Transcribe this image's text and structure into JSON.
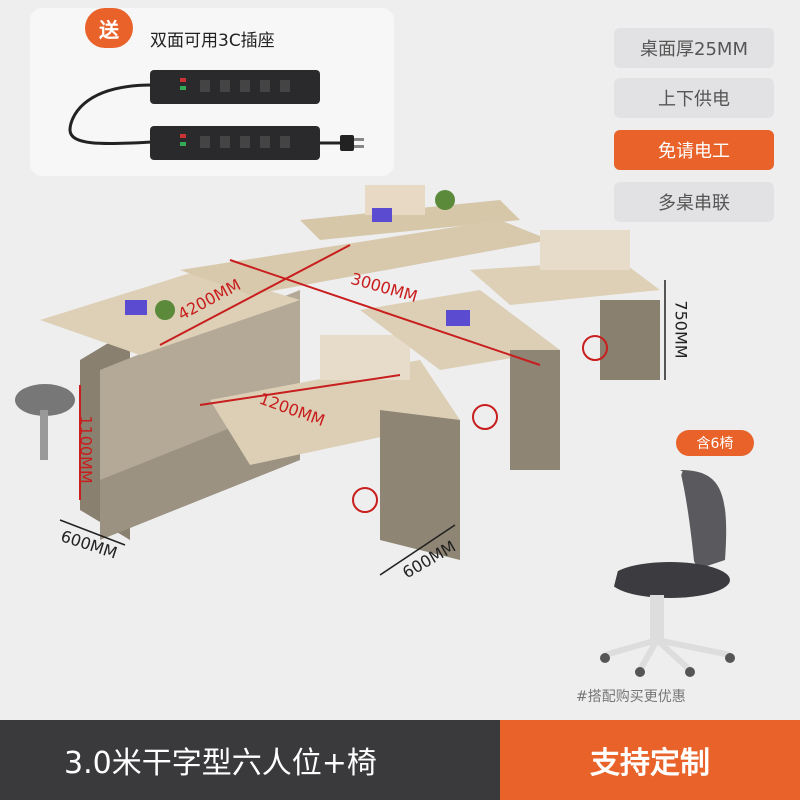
{
  "promo": {
    "badge": "送",
    "title": "双面可用3C插座"
  },
  "features": [
    {
      "label": "桌面厚25MM",
      "highlight": false
    },
    {
      "label": "上下供电",
      "highlight": false
    },
    {
      "label": "免请电工",
      "highlight": true
    },
    {
      "label": "多桌串联",
      "highlight": false
    }
  ],
  "dimensions": {
    "length_main": "4200MM",
    "length_cross": "3000MM",
    "desk_width": "1200MM",
    "height_cabinet": "1100MM",
    "height_desk": "750MM",
    "depth_left": "600MM",
    "depth_right": "600MM"
  },
  "chair": {
    "badge": "含6椅",
    "note": "#搭配购买更优惠"
  },
  "footer": {
    "title": "3.0米干字型六人位+椅",
    "cta": "支持定制"
  },
  "colors": {
    "accent": "#e8622a",
    "dark_bar": "#3a3a3c",
    "dimension_red": "#c81e1e"
  }
}
